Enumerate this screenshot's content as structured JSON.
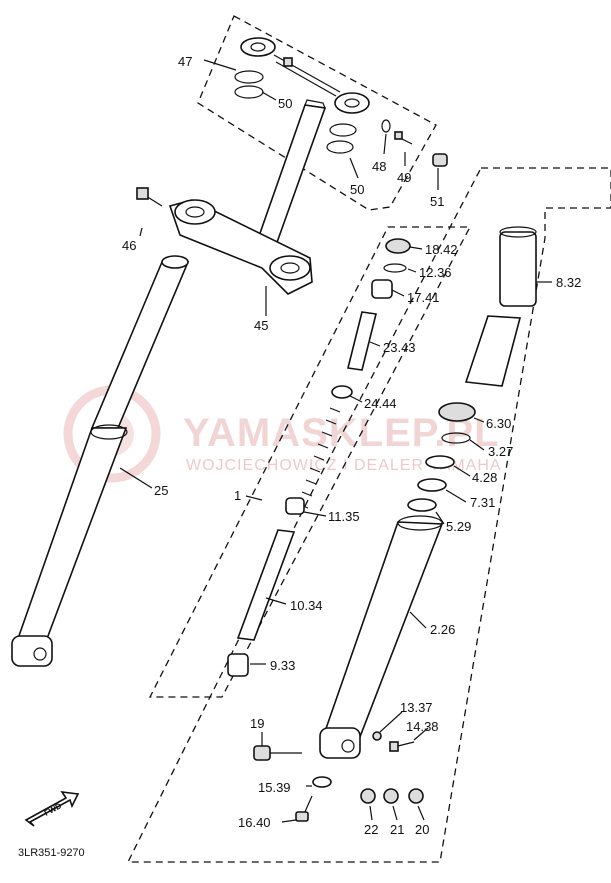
{
  "diagram_code": "3LR351-9270",
  "watermark": {
    "title": "YAMASKLEP.PL",
    "subtitle": "WOJCIECHOWICZ I DEALER YAMAHA"
  },
  "forward_arrow_label": "FWD",
  "callouts": {
    "c47": "47",
    "c50a": "50",
    "c50b": "50",
    "c48": "48",
    "c49": "49",
    "c51": "51",
    "c46": "46",
    "c45": "45",
    "c25": "25",
    "c1": "1",
    "c18_42": "18.42",
    "c12_36": "12.36",
    "c17_41": "17.41",
    "c23_43": "23.43",
    "c24_44": "24.44",
    "c11_35": "11.35",
    "c10_34": "10.34",
    "c9_33": "9.33",
    "c8_32": "8.32",
    "c6_30": "6.30",
    "c3_27": "3.27",
    "c4_28": "4.28",
    "c7_31": "7.31",
    "c5_29": "5.29",
    "c2_26": "2.26",
    "c13_37": "13.37",
    "c14_38": "14.38",
    "c19": "19",
    "c15_39": "15.39",
    "c16_40": "16.40",
    "c22": "22",
    "c21": "21",
    "c20": "20"
  }
}
